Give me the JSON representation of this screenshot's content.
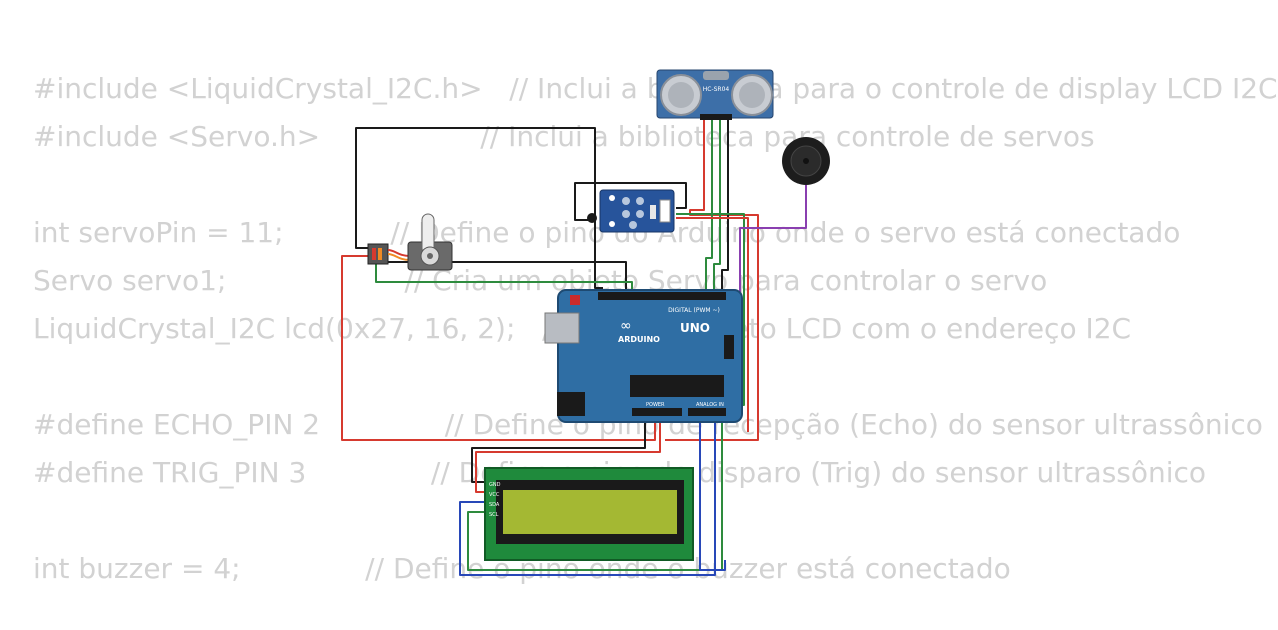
{
  "code_lines": [
    "#include <LiquidCrystal_I2C.h>   // Inclui a biblioteca para o controle de display LCD I2C",
    "#include <Servo.h>                  // Inclui a biblioteca para controle de servos",
    "",
    "int servoPin = 11;            // Define o pino do Arduino onde o servo está conectado",
    "Servo servo1;                    // Cria um objeto Servo para controlar o servo",
    "LiquidCrystal_I2C lcd(0x27, 16, 2);   // Cria um objeto LCD com o endereço I2C",
    "",
    "#define ECHO_PIN 2              // Define o pino de recepção (Echo) do sensor ultrassônico",
    "#define TRIG_PIN 3              // Define o pino de disparo (Trig) do sensor ultrassônico",
    "",
    "int buzzer = 4;              // Define o pino onde o buzzer está conectado"
  ],
  "labels": {
    "sensor_model": "HC-SR04",
    "board_brand": "ARDUINO",
    "board_model": "UNO",
    "digital_header": "DIGITAL (PWM ~)",
    "power_header": "POWER",
    "analog_header": "ANALOG IN",
    "lcd_pins": [
      "GND",
      "VCC",
      "SDA",
      "SCL"
    ]
  },
  "colors": {
    "board": "#2f6ea4",
    "lcd_screen": "#a4b833",
    "lcd_pcb": "#1f8a3c",
    "sensor_pcb": "#3d6fa8",
    "ir_module": "#27549b",
    "wire_red": "#d63a2f",
    "wire_green": "#2e8b3e",
    "wire_blue": "#2848b8",
    "wire_black": "#1a1a1a",
    "wire_purple": "#8a3fb0"
  }
}
